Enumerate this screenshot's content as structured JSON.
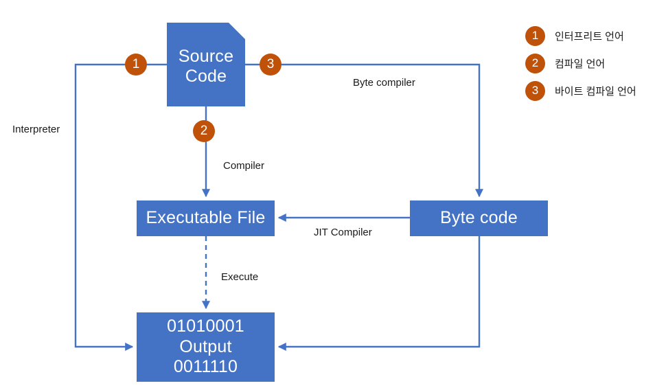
{
  "diagram": {
    "title": "Language execution models flowchart",
    "colors": {
      "node_fill": "#4472C4",
      "node_text": "#FFFFFF",
      "badge_fill": "#BF5208",
      "connector": "#4472C4",
      "label_text": "#1A1A1A",
      "background": "#FFFFFF"
    },
    "nodes": {
      "source_code": {
        "line1": "Source",
        "line2": "Code"
      },
      "executable_file": {
        "label": "Executable File"
      },
      "byte_code": {
        "label": "Byte code"
      },
      "output": {
        "line1": "01010001",
        "line2": "Output",
        "line3": "0011110"
      }
    },
    "edge_labels": {
      "interpreter": "Interpreter",
      "byte_compiler": "Byte compiler",
      "compiler": "Compiler",
      "jit_compiler": "JIT Compiler",
      "execute": "Execute"
    },
    "badges": {
      "one": "1",
      "two": "2",
      "three": "3"
    },
    "legend": {
      "items": [
        {
          "number": "1",
          "label": "인터프리트 언어"
        },
        {
          "number": "2",
          "label": "컴파일 언어"
        },
        {
          "number": "3",
          "label": "바이트 컴파일 언어"
        }
      ]
    }
  }
}
